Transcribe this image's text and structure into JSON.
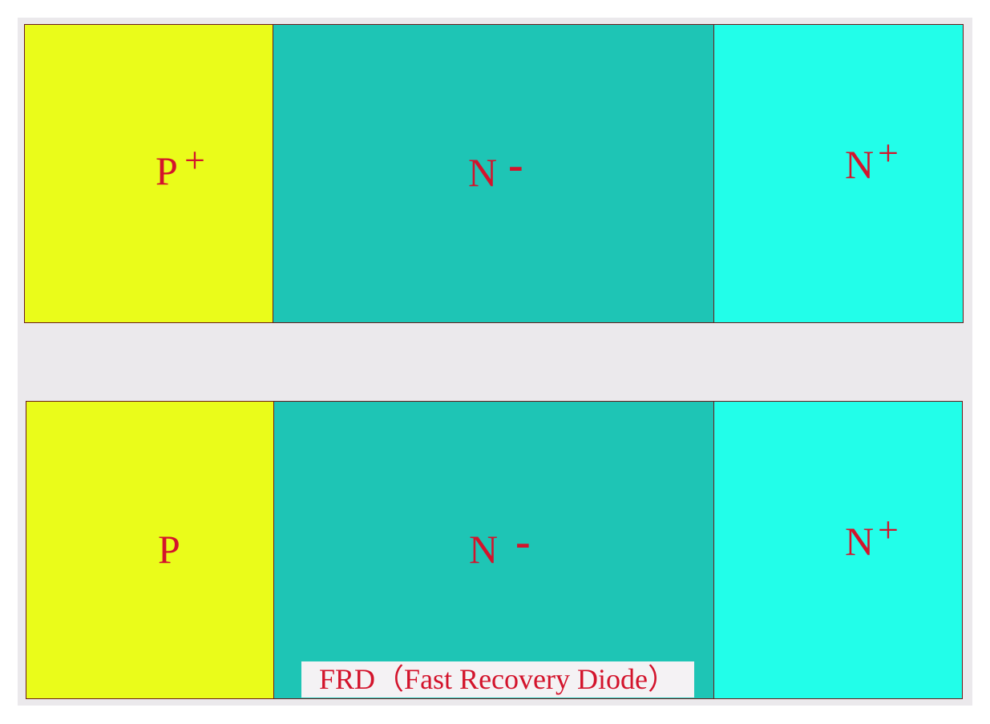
{
  "colors": {
    "p_region": "#eafc1a",
    "n_minus_region": "#1ec5b5",
    "n_plus_region": "#22fee9",
    "label": "#d3142c",
    "border": "#6b1a1a"
  },
  "top_structure": {
    "p_label": "P",
    "p_sup": "+",
    "n_minus_label": "N",
    "n_minus_sup": "-",
    "n_plus_label": "N",
    "n_plus_sup": "+"
  },
  "bottom_structure": {
    "p_label": "P",
    "n_minus_label": "N",
    "n_minus_sup": "-",
    "n_plus_label": "N",
    "n_plus_sup": "+"
  },
  "caption": "FRD（Fast Recovery Diode）"
}
